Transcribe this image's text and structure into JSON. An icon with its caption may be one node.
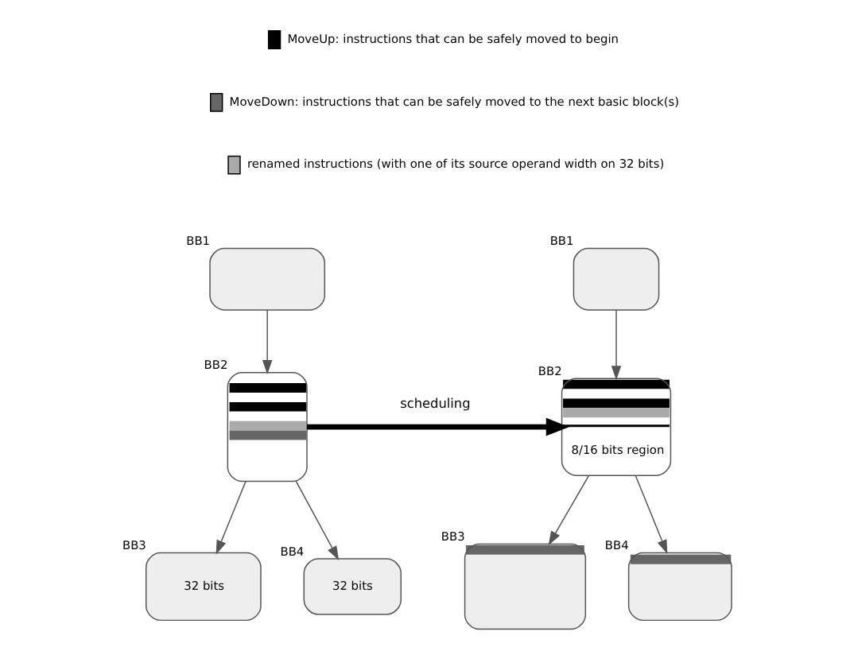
{
  "diagram": {
    "nodes": [
      {
        "text": [
          "BB1"
        ]
      },
      {
        "text": [
          "BB2"
        ]
      },
      {
        "text": [
          "BB3",
          "32 bits"
        ]
      },
      {
        "text": [
          "BB4",
          "32 bits"
        ]
      },
      {
        "text": [
          "BB1"
        ]
      },
      {
        "text": [
          "BB2",
          "8/16 bits region"
        ]
      },
      {
        "text": [
          "BB3"
        ]
      },
      {
        "text": [
          "BB4"
        ]
      }
    ],
    "edges": [
      {
        "from": 0,
        "to": 1,
        "arrow": "to"
      },
      {
        "from": 1,
        "to": 2,
        "arrow": "to"
      },
      {
        "from": 1,
        "to": 3,
        "arrow": "to"
      },
      {
        "from": 1,
        "to": 5,
        "arrow": "to",
        "label": "scheduling",
        "style": "thick",
        "color": "#000000"
      },
      {
        "from": 4,
        "to": 5,
        "arrow": "to"
      },
      {
        "from": 5,
        "to": 6,
        "arrow": "to"
      },
      {
        "from": 5,
        "to": 7,
        "arrow": "to"
      }
    ],
    "legend": [
      {
        "text": "MoveUp: instructions that can be safely moved to begin",
        "color": "#000000"
      },
      {
        "text": "MoveDown: instructions that can be safely moved to the next basic block(s)",
        "color": "#666666"
      },
      {
        "text": "renamed instructions (with one of its source operand width on 32 bits)",
        "color": "#aaaaaa"
      }
    ]
  }
}
